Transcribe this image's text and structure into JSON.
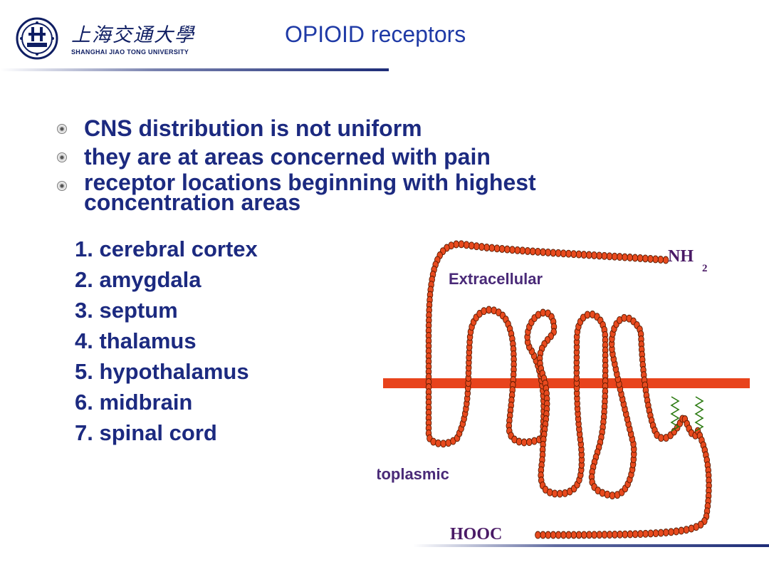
{
  "header": {
    "logo_cn": "上海交通大學",
    "logo_en": "SHANGHAI JIAO TONG UNIVERSITY",
    "title": "OPIOID receptors"
  },
  "bullets": [
    "CNS  distribution is not uniform",
    "they are at areas concerned with pain",
    "receptor locations beginning with highest concentration areas"
  ],
  "locations": [
    "1. cerebral cortex",
    "2. amygdala",
    "3. septum",
    "4. thalamus",
    "5. hypothalamus",
    "6. midbrain",
    "7. spinal cord"
  ],
  "diagram": {
    "extracellular_label": "Extracellular",
    "cytoplasmic_label": "Cytoplasmic",
    "n_terminus": "NH",
    "n_terminus_subscript": "2",
    "c_terminus": "HOOC",
    "colors": {
      "membrane": "#e8431c",
      "bead_fill": "#e84a1e",
      "bead_stroke": "#5a1a00",
      "palmitoyl": "#2a7a10"
    }
  }
}
